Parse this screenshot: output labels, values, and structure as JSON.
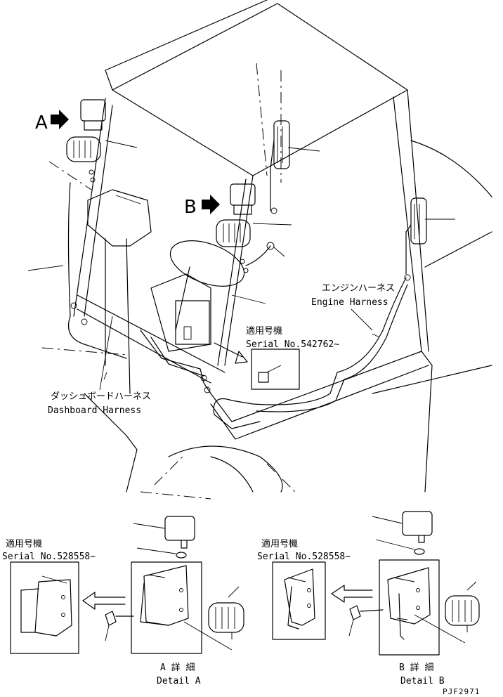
{
  "markers": {
    "a": "A",
    "b": "B"
  },
  "labels": {
    "engine_harness_jp": "エンジンハーネス",
    "engine_harness_en": "Engine Harness",
    "serial_main_jp": "適用号機",
    "serial_main_en": "Serial No.542762~",
    "dashboard_harness_jp": "ダッシュボードハーネス",
    "dashboard_harness_en": "Dashboard Harness",
    "serial_a_jp": "適用号機",
    "serial_a_en": "Serial No.528558~",
    "serial_b_jp": "適用号機",
    "serial_b_en": "Serial No.528558~",
    "detail_a_jp": "A 詳 細",
    "detail_a_en": "Detail A",
    "detail_b_jp": "B 詳 細",
    "detail_b_en": "Detail B",
    "drawing_code": "PJF2971"
  }
}
